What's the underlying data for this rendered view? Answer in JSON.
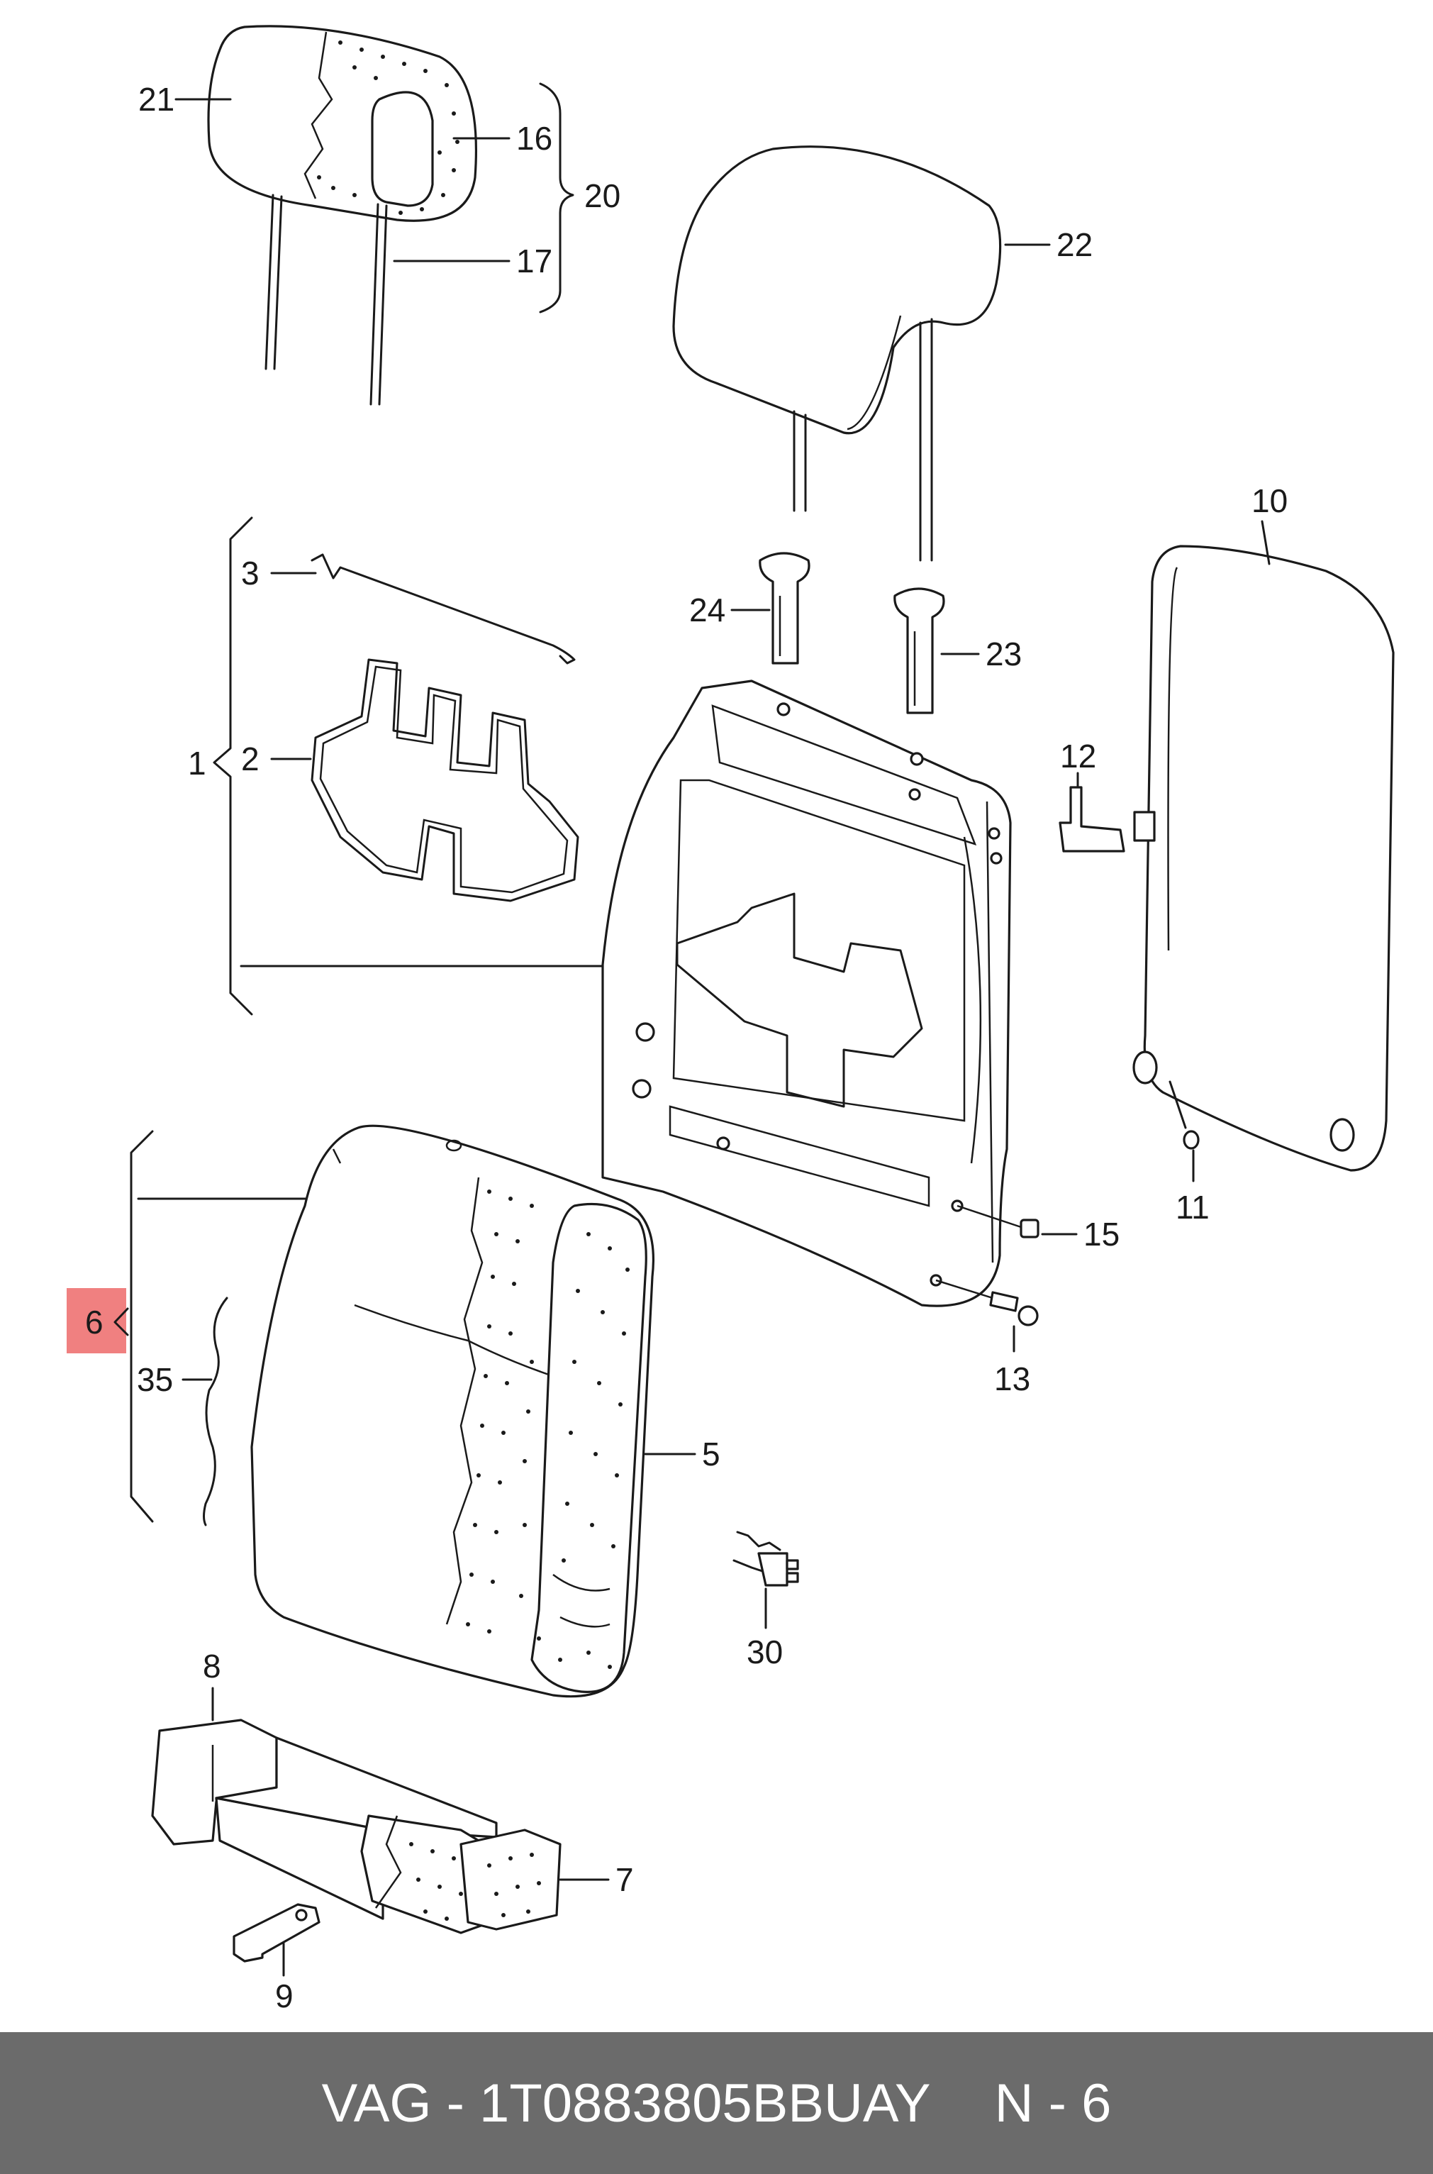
{
  "diagram": {
    "labels": {
      "p1": "1",
      "p2": "2",
      "p3": "3",
      "p5": "5",
      "p6": "6",
      "p7": "7",
      "p8": "8",
      "p9": "9",
      "p10": "10",
      "p11": "11",
      "p12": "12",
      "p13": "13",
      "p15": "15",
      "p16": "16",
      "p17": "17",
      "p20": "20",
      "p21": "21",
      "p22": "22",
      "p23": "23",
      "p24": "24",
      "p30": "30",
      "p35": "35"
    },
    "highlight": {
      "label": "6",
      "color": "#f08080"
    }
  },
  "footer": {
    "part_number": "VAG - 1T0883805BBUAY",
    "page_ref": "N - 6",
    "background": "#6b6b6b"
  }
}
